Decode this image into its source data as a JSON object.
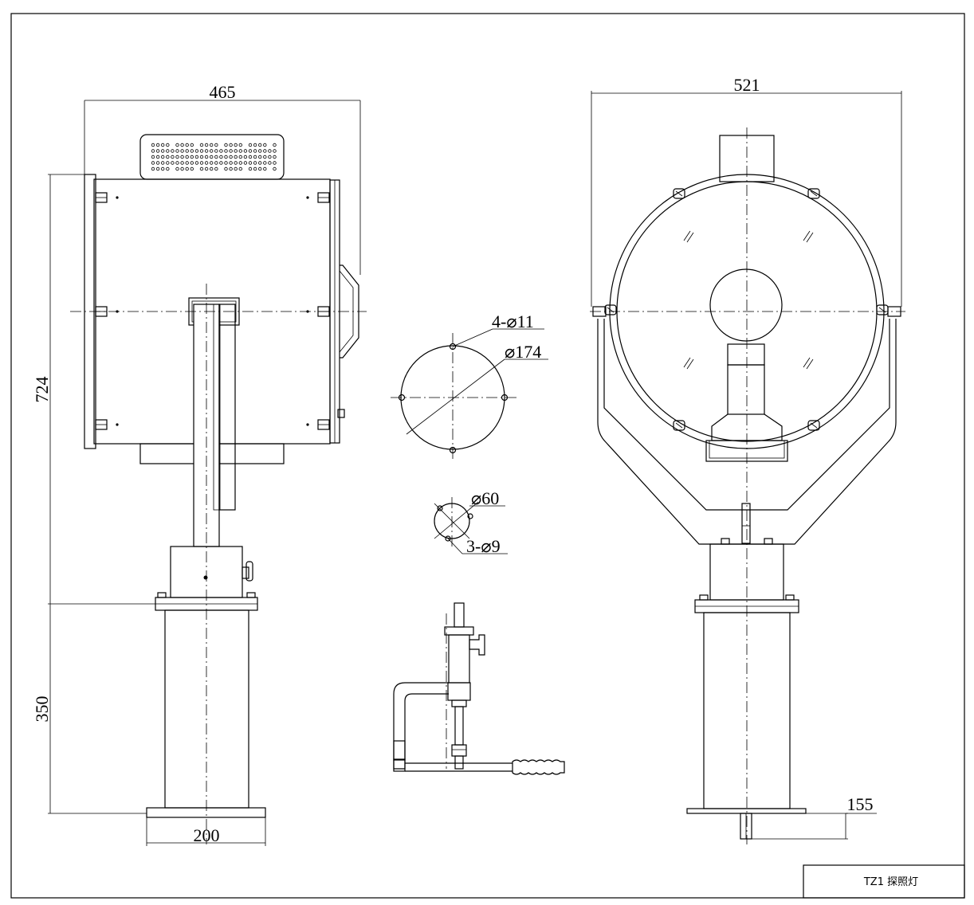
{
  "drawing": {
    "title_block": {
      "label": "TZ1 探照灯"
    },
    "dimensions": {
      "side_width": "465",
      "side_height_upper": "724",
      "side_height_lower": "350",
      "base_width": "200",
      "front_width": "521",
      "front_base_offset": "155"
    },
    "callouts": {
      "holes_4": "4-⌀11",
      "pcd_174": "⌀174",
      "pcd_60": "⌀60",
      "holes_3": "3-⌀9"
    }
  }
}
